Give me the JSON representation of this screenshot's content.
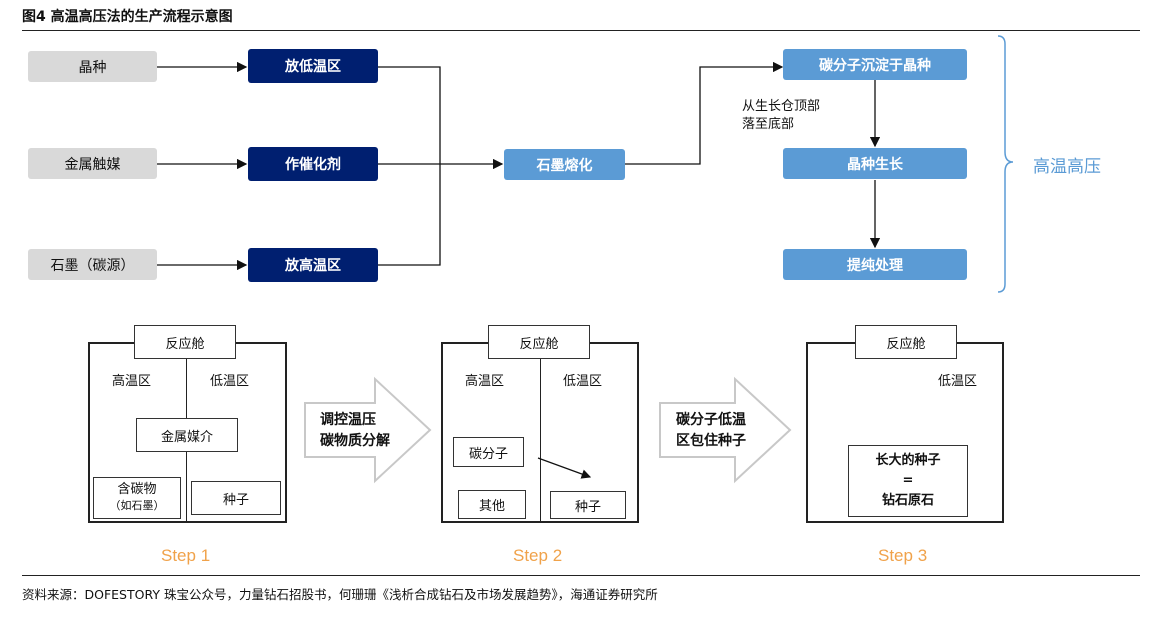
{
  "figure_title": "图4  高温高压法的生产流程示意图",
  "top_flow": {
    "inputs": [
      "晶种",
      "金属触媒",
      "石墨（碳源）"
    ],
    "processes": [
      "放低温区",
      "作催化剂",
      "放高温区"
    ],
    "melt": "石墨熔化",
    "right_steps": [
      "碳分子沉淀于晶种",
      "晶种生长",
      "提纯处理"
    ],
    "note_line1": "从生长仓顶部",
    "note_line2": "落至底部",
    "bracket_label": "高温高压"
  },
  "steps": {
    "chamber_label": "反应舱",
    "high_zone": "高温区",
    "low_zone": "低温区",
    "step1": {
      "catalyst": "金属媒介",
      "carbon_line1": "含碳物",
      "carbon_line2": "（如石墨）",
      "seed": "种子",
      "caption": "Step 1"
    },
    "arrow1_line1": "调控温压",
    "arrow1_line2": "碳物质分解",
    "step2": {
      "carbon": "碳分子",
      "other": "其他",
      "seed": "种子",
      "caption": "Step 2"
    },
    "arrow2_line1": "碳分子低温",
    "arrow2_line2": "区包住种子",
    "step3": {
      "result_line1": "长大的种子",
      "result_line2": "=",
      "result_line3": "钻石原石",
      "caption": "Step 3"
    }
  },
  "source": "资料来源：DOFESTORY 珠宝公众号，力量钻石招股书，何珊珊《浅析合成钻石及市场发展趋势》，海通证券研究所"
}
